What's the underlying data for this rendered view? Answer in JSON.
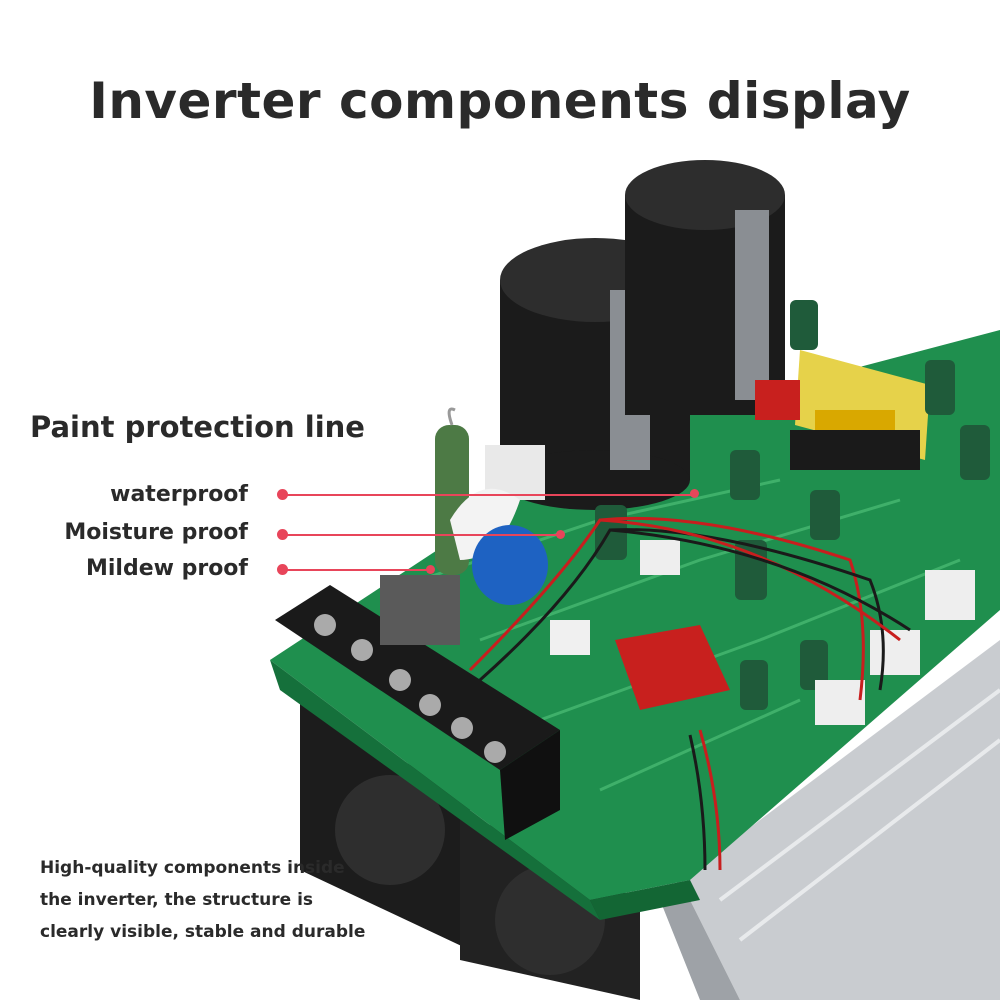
{
  "header": {
    "title": "Inverter components display"
  },
  "section": {
    "heading": "Paint protection line"
  },
  "features": [
    {
      "label": "waterproof"
    },
    {
      "label": "Moisture proof"
    },
    {
      "label": "Mildew proof"
    }
  ],
  "description": {
    "line1": "High-quality components inside",
    "line2": "the inverter, the structure is",
    "line3": "clearly visible, stable and durable"
  },
  "colors": {
    "accent": "#e8455a",
    "pcb": "#1f8f4e",
    "text": "#2a2a2a"
  }
}
